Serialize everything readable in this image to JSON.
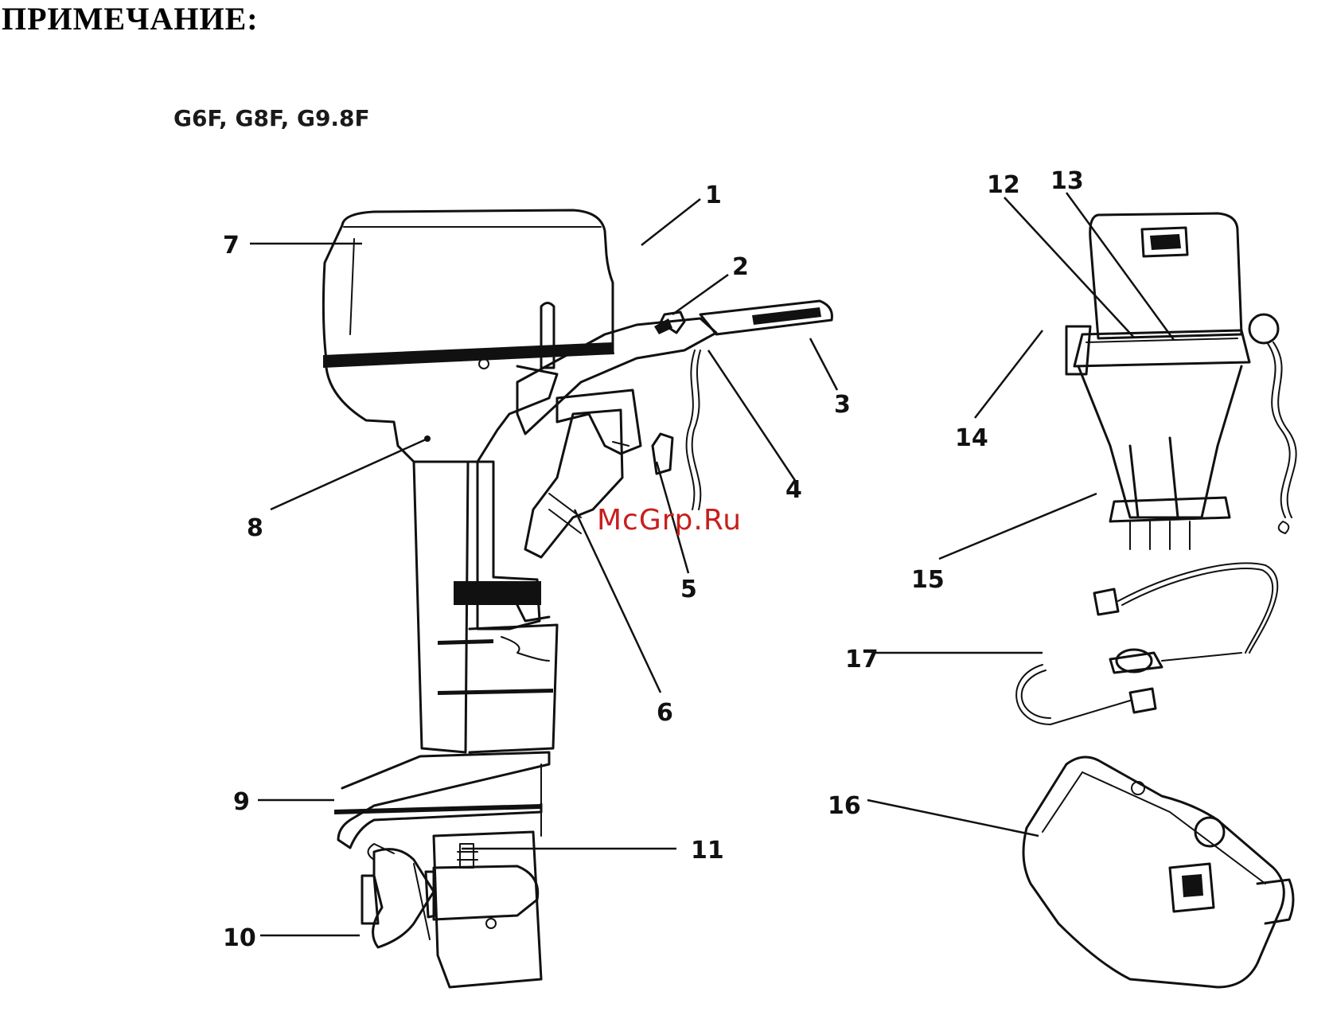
{
  "heading": "ПРИМЕЧАНИЕ:",
  "models": "G6F, G8F, G9.8F",
  "watermark": "McGrp.Ru",
  "callouts": {
    "c1": "1",
    "c2": "2",
    "c3": "3",
    "c4": "4",
    "c5": "5",
    "c6": "6",
    "c7": "7",
    "c8": "8",
    "c9": "9",
    "c10": "10",
    "c11": "11",
    "c12": "12",
    "c13": "13",
    "c14": "14",
    "c15": "15",
    "c16": "16",
    "c17": "17"
  }
}
